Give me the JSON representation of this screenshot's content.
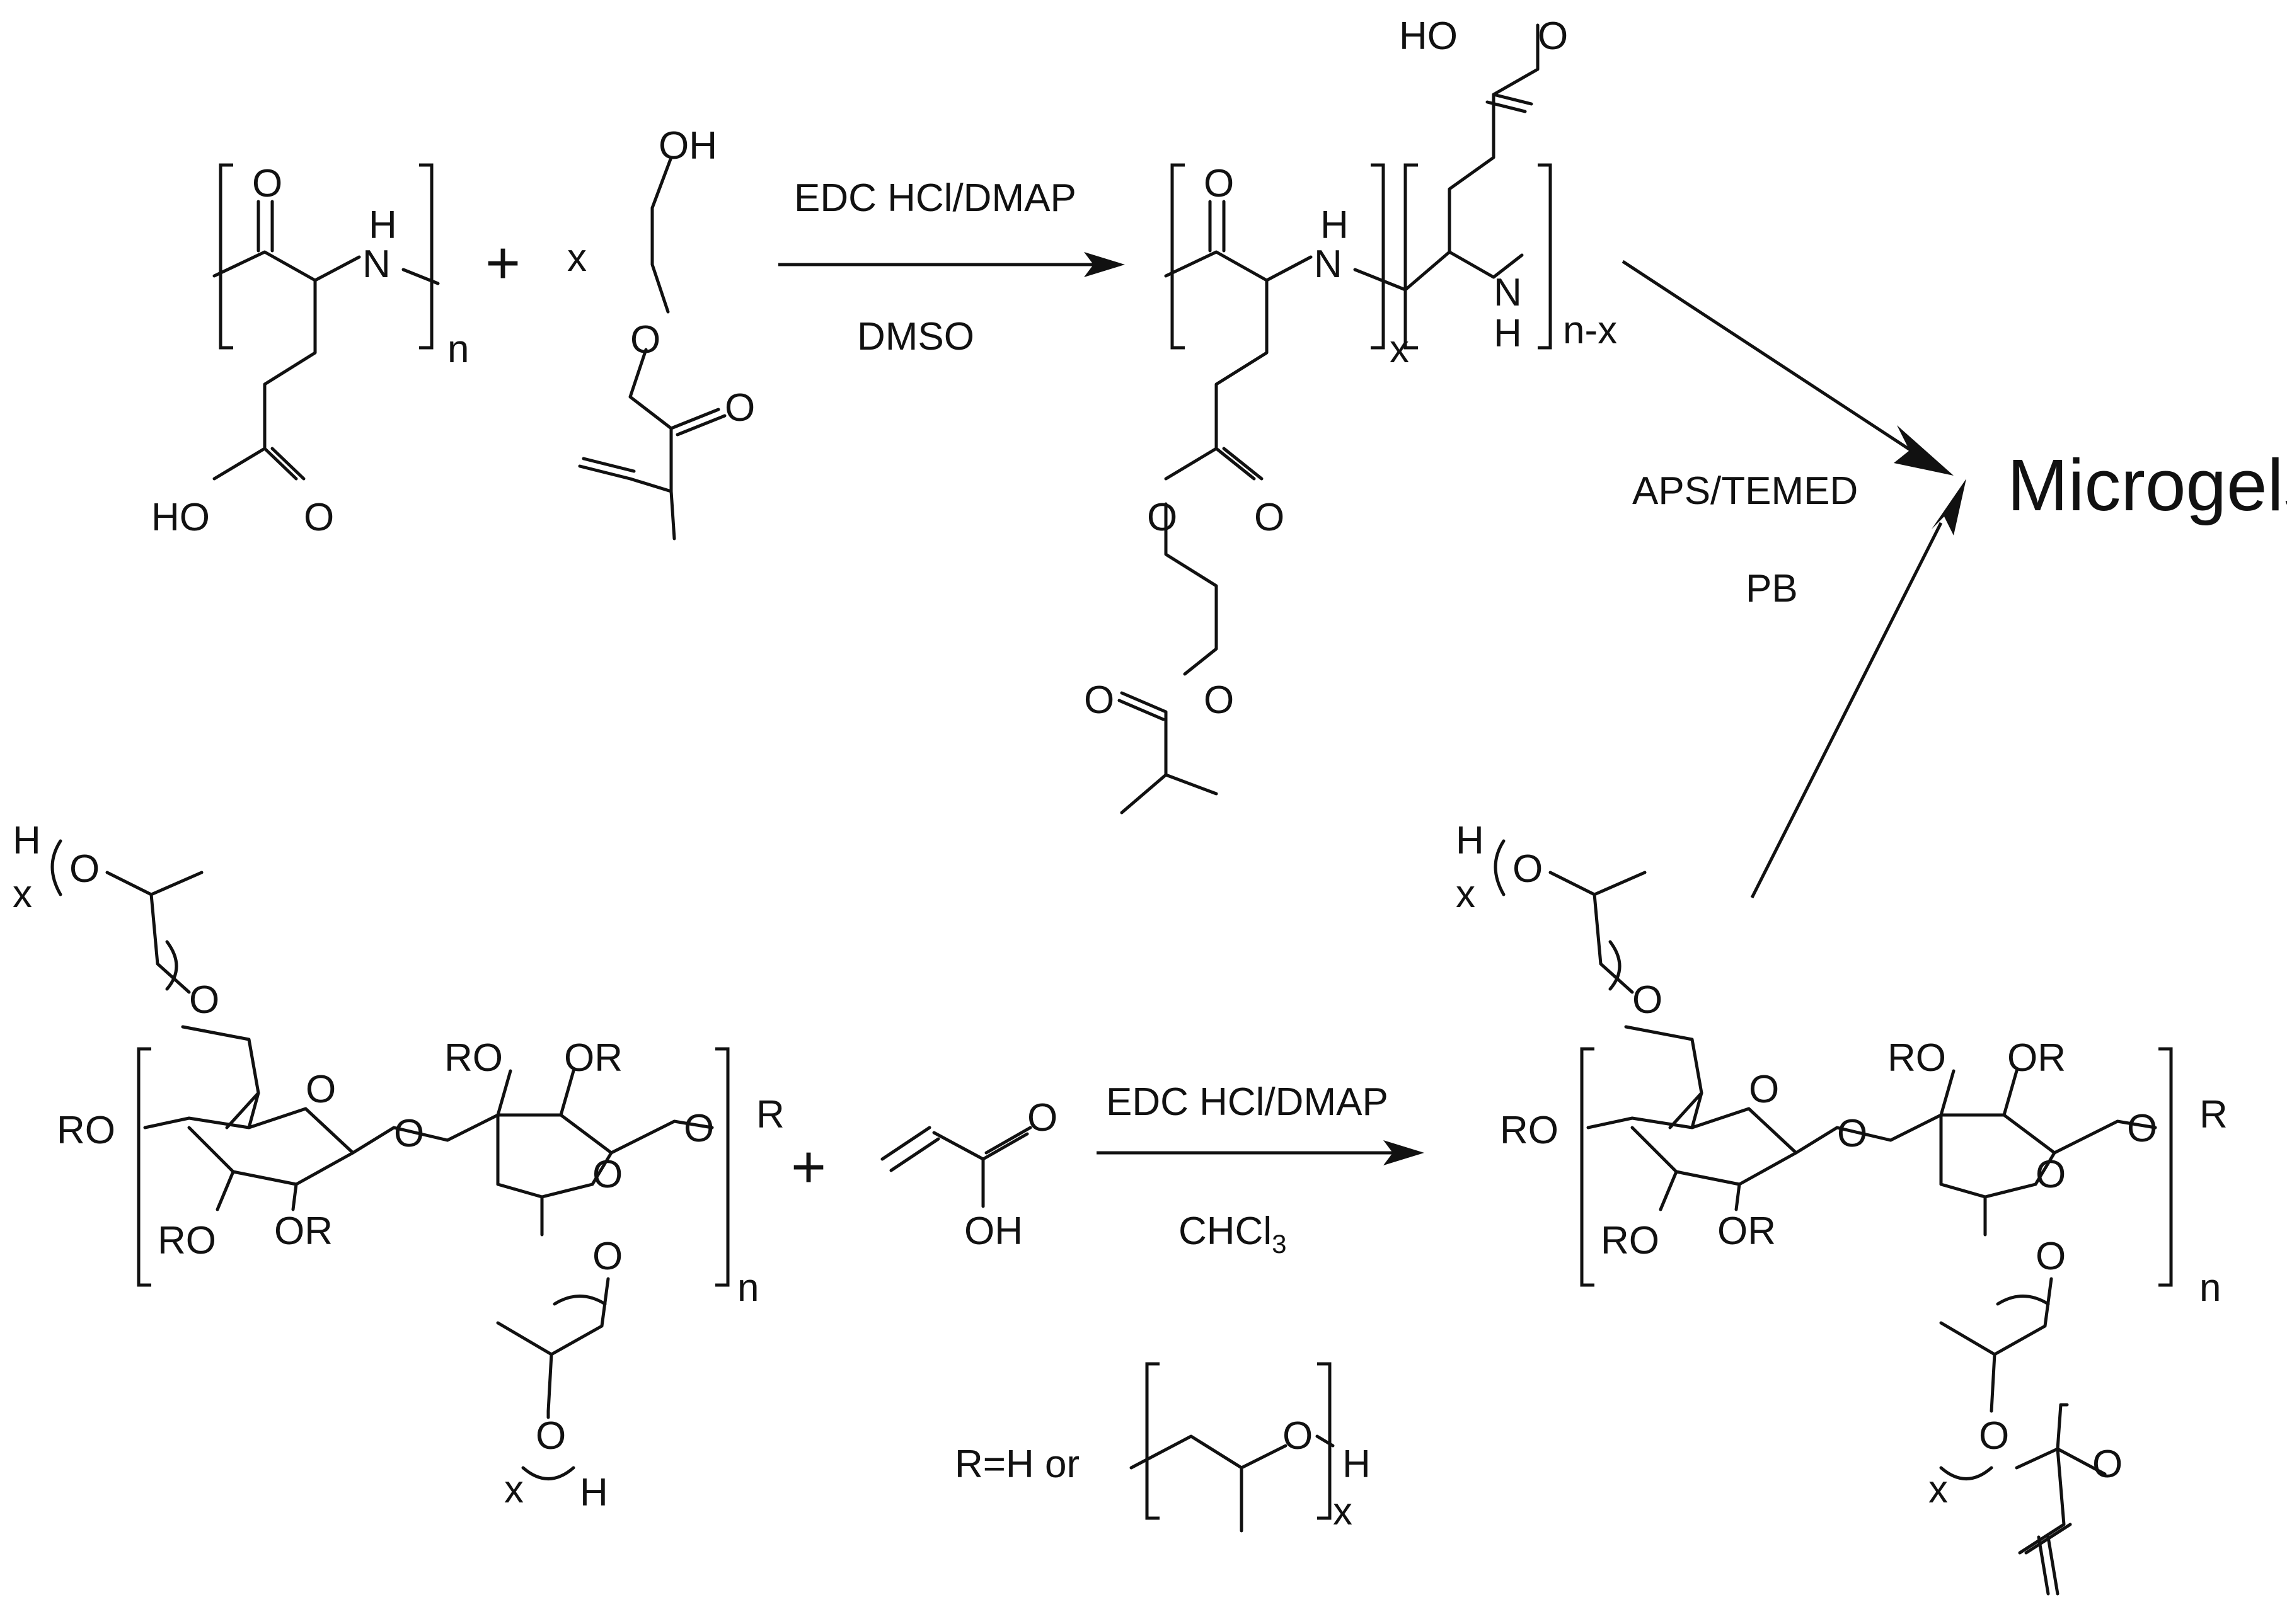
{
  "conditions": {
    "step1_reagent": "EDC HCl/DMAP",
    "step1_solvent": "DMSO",
    "step2_reagent": "EDC HCl/DMAP",
    "step2_solvent": "CHCl3",
    "step3_initiator": "APS/TEMED",
    "step3_buffer": "PB"
  },
  "product_label": "Microgels",
  "r_definition": {
    "prefix": "R=H or",
    "repeat_atom": "O",
    "end_atom": "H",
    "subscript": "x"
  },
  "labels": {
    "plus": "+",
    "x": "x",
    "n": "n",
    "n_minus_x": "n-x",
    "O": "O",
    "H": "H",
    "N": "N",
    "OH": "OH",
    "HO": "HO",
    "RO": "RO",
    "OR": "OR",
    "R": "R",
    "CHCl": "CHCl",
    "sub3": "3"
  }
}
